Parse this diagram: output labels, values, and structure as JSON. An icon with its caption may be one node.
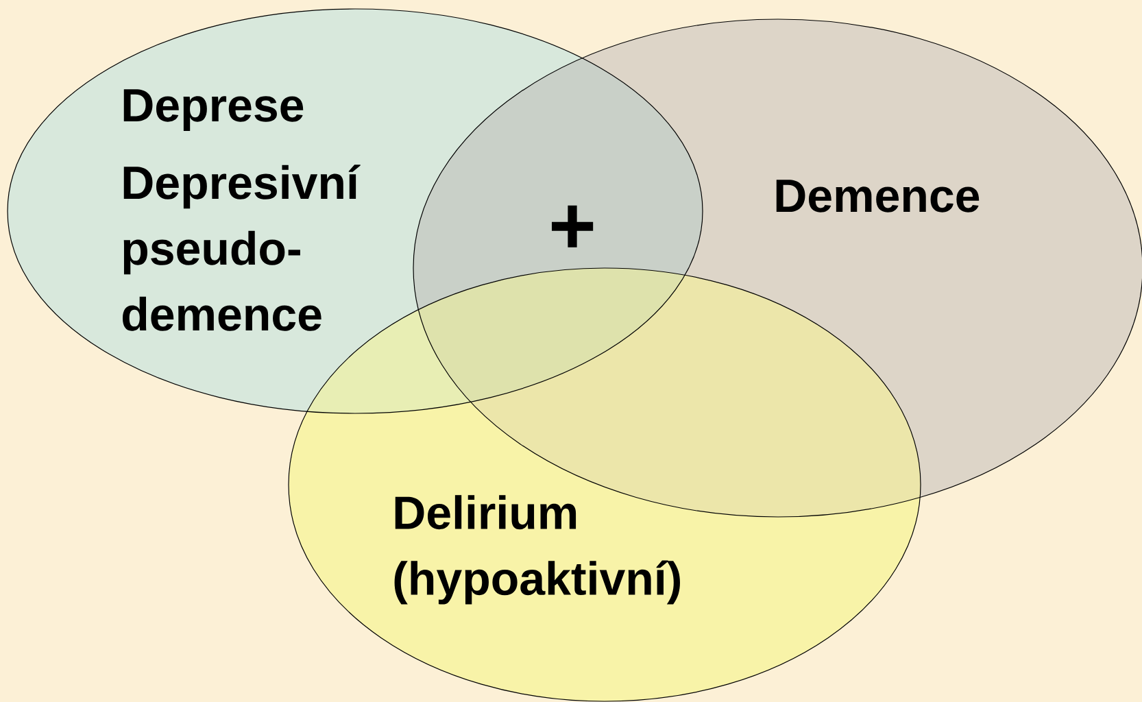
{
  "diagram": {
    "nodes": [
      {
        "text": [
          "Deprese",
          "Depresivní pseudo-demence"
        ]
      },
      {
        "text": [
          "Demence"
        ]
      },
      {
        "text": [
          "Delirium (hypoaktivní)"
        ]
      }
    ],
    "labels": [
      "+"
    ]
  }
}
